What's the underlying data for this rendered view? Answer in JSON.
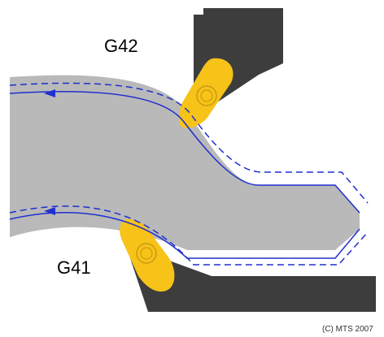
{
  "labels": {
    "top_tool": "G42",
    "bottom_tool": "G41",
    "copyright": "(C) MTS 2007"
  },
  "colors": {
    "background": "#ffffff",
    "workpiece": "#b9b9b9",
    "tool_holder": "#3d3d3d",
    "insert": "#f7c318",
    "insert_outline": "#b88a00",
    "toolpath": "#1f2fd0"
  },
  "icons": {
    "path_direction": "arrow-left-icon"
  }
}
